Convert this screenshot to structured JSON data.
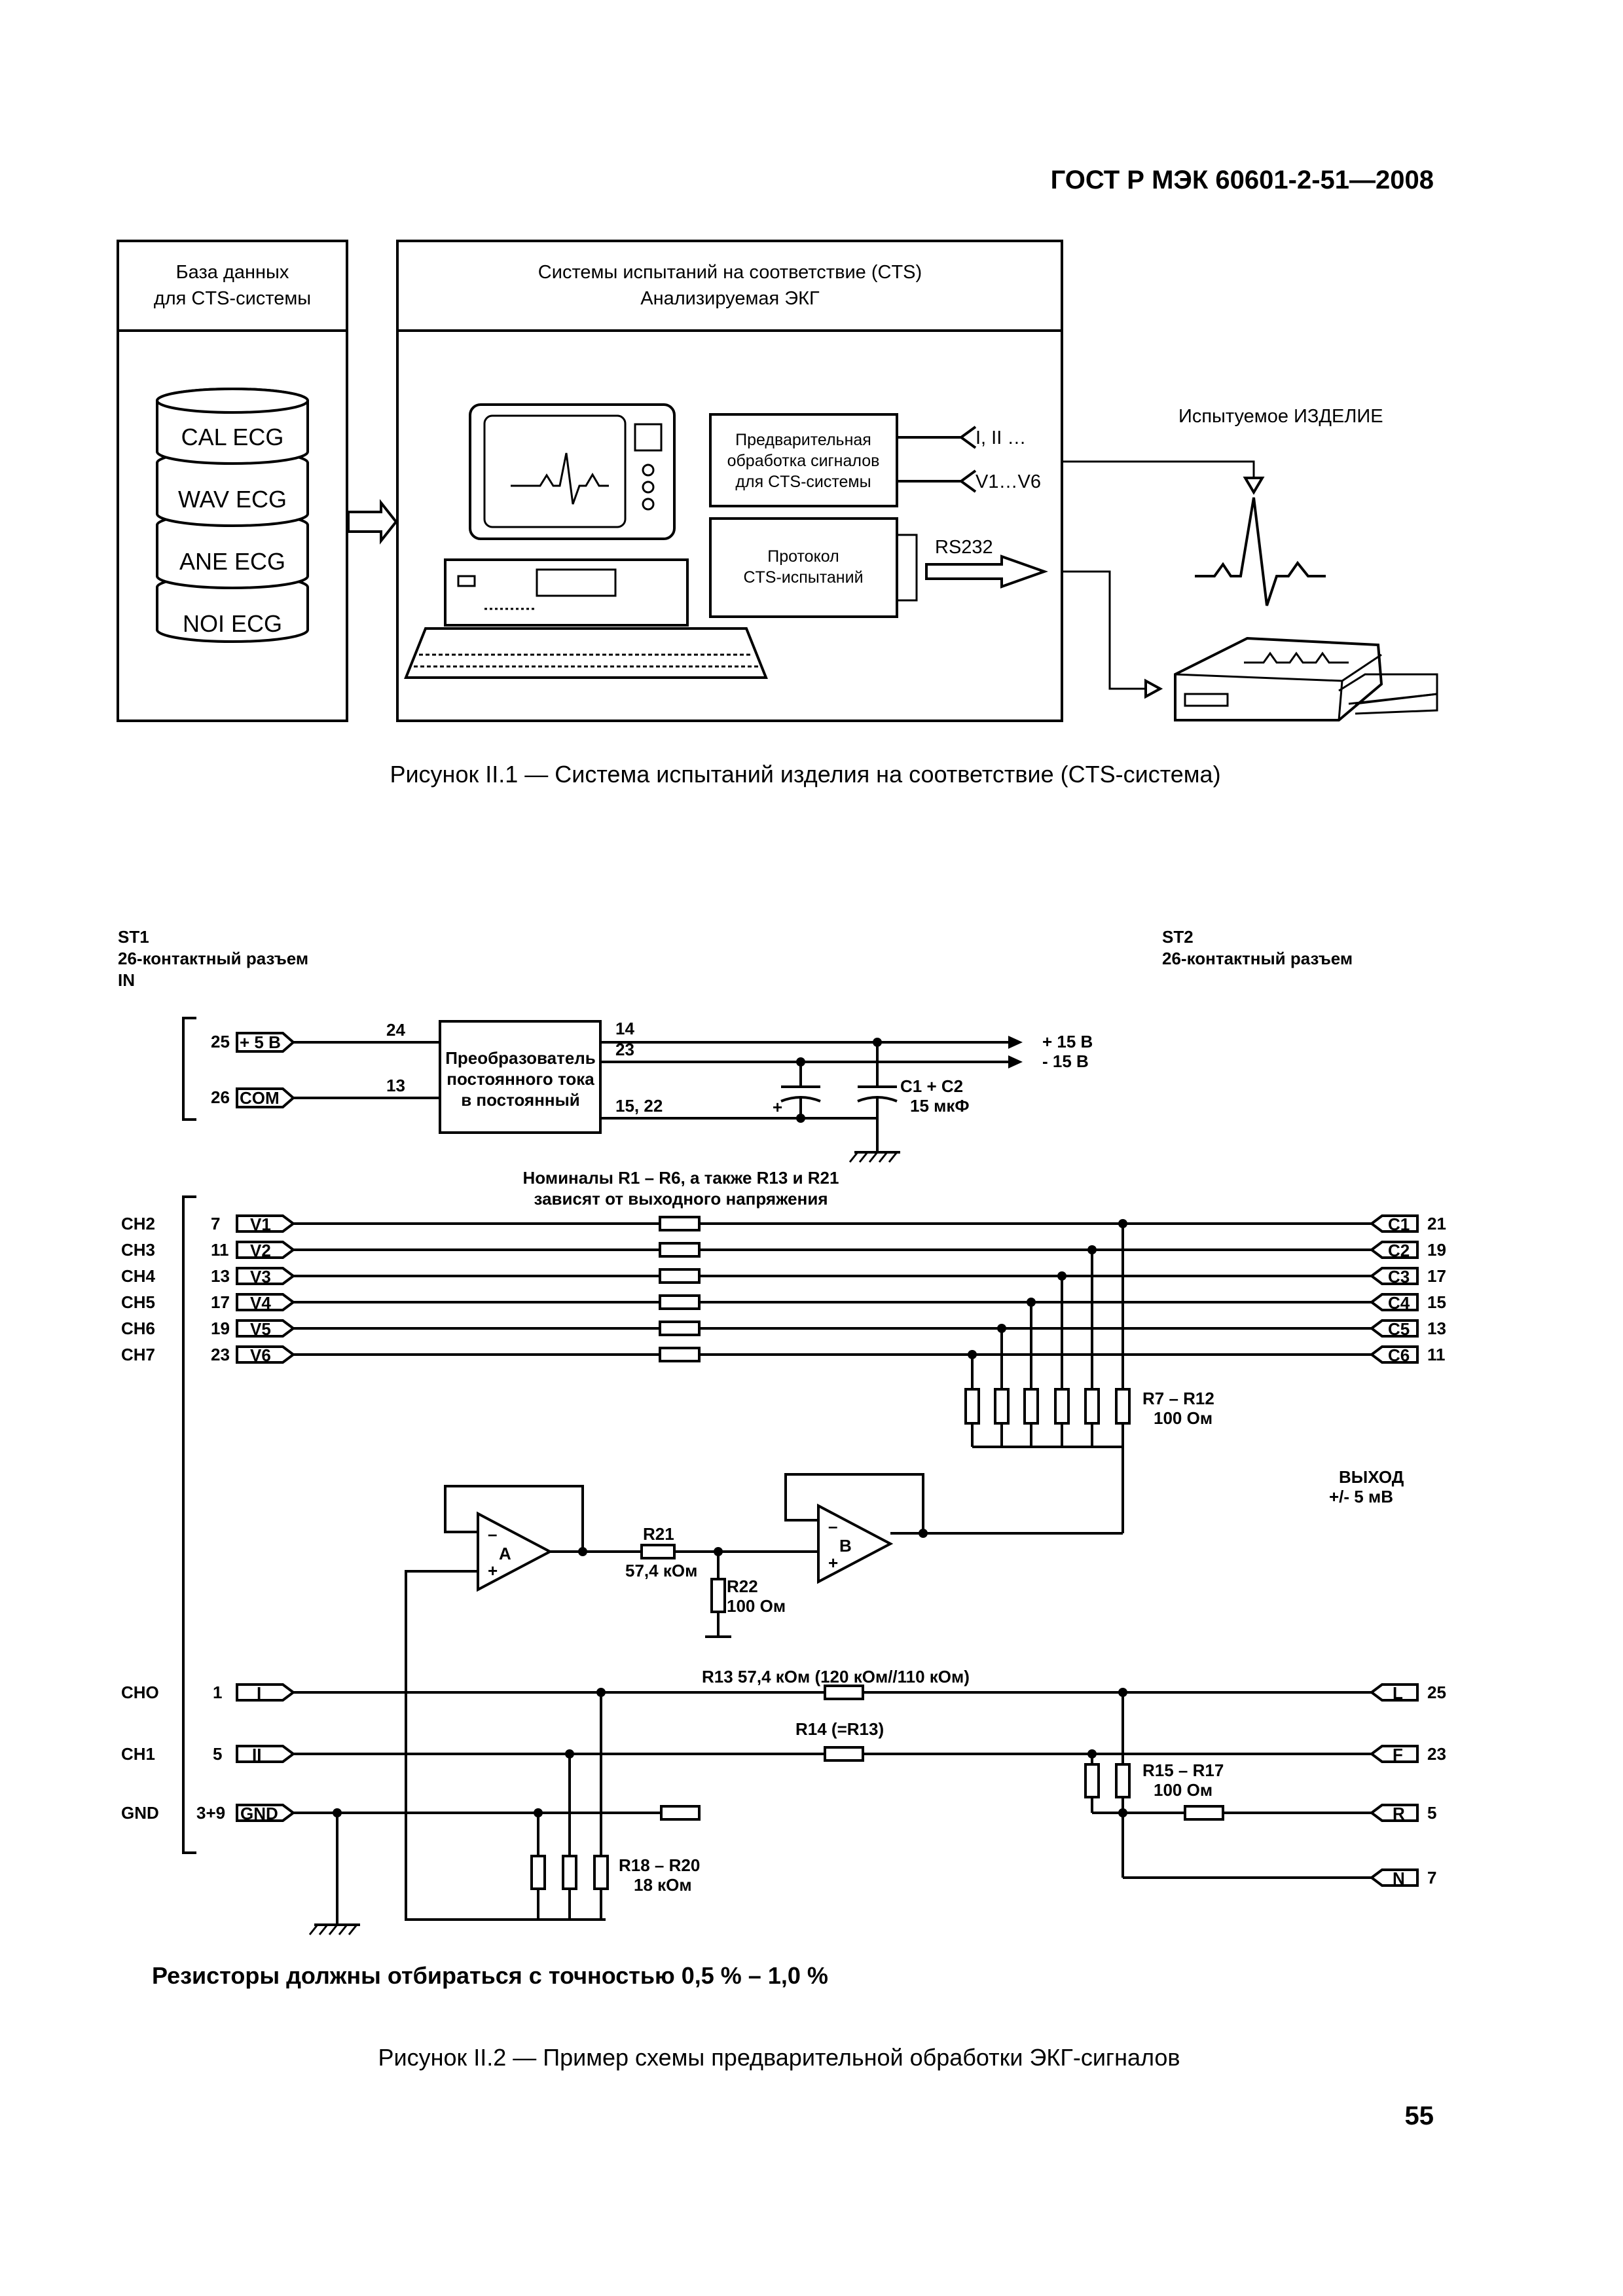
{
  "header": {
    "standard": "ГОСТ Р МЭК 60601-2-51—2008"
  },
  "figure1": {
    "db_title_l1": "База данных",
    "db_title_l2": "для CTS-системы",
    "databases": [
      "CAL ECG",
      "WAV ECG",
      "ANE ECG",
      "NOI ECG"
    ],
    "cts_title_l1": "Системы испытаний на соответствие (CTS)",
    "cts_title_l2": "Анализируемая ЭКГ",
    "pre_l1": "Предварительная",
    "pre_l2": "обработка сигналов",
    "pre_l3": "для CTS-системы",
    "proto_l1": "Протокол",
    "proto_l2": "CTS-испытаний",
    "input_leads_1": "I, II …",
    "input_leads_2": "V1…V6",
    "rs232": "RS232",
    "dut": "Испытуемое ИЗДЕЛИЕ",
    "caption": "Рисунок  II.1 — Система испытаний изделия на соответствие (CTS-система)"
  },
  "figure2": {
    "st1_l1": "ST1",
    "st1_l2": "26-контактный разъем",
    "st1_l3": "IN",
    "st2_l1": "ST2",
    "st2_l2": "26-контактный разъем",
    "pwr_pins": [
      {
        "num": "25",
        "label": "+ 5 В"
      },
      {
        "num": "26",
        "label": "COM"
      }
    ],
    "conv_l1": "Преобразователь",
    "conv_l2": "постоянного тока",
    "conv_l3": "в постоянный",
    "w24": "24",
    "w13": "13",
    "w14": "14",
    "w23": "23",
    "w1522": "15, 22",
    "plus15": "+ 15 В",
    "minus15": "- 15 В",
    "cap_l1": "C1 + C2",
    "cap_l2": "15 мкФ",
    "cap_plus": "+",
    "note_l1": "Номиналы R1 – R6, а также R13 и R21",
    "note_l2": "зависят от выходного напряжения",
    "channels": [
      {
        "ch": "CH2",
        "num": "7",
        "in": "V1",
        "out": "C1",
        "onum": "21"
      },
      {
        "ch": "CH3",
        "num": "11",
        "in": "V2",
        "out": "C2",
        "onum": "19"
      },
      {
        "ch": "CH4",
        "num": "13",
        "in": "V3",
        "out": "C3",
        "onum": "17"
      },
      {
        "ch": "CH5",
        "num": "17",
        "in": "V4",
        "out": "C4",
        "onum": "15"
      },
      {
        "ch": "CH6",
        "num": "19",
        "in": "V5",
        "out": "C5",
        "onum": "13"
      },
      {
        "ch": "CH7",
        "num": "23",
        "in": "V6",
        "out": "C6",
        "onum": "11"
      }
    ],
    "r7_l1": "R7 – R12",
    "r7_l2": "100 Ом",
    "out_l1": "ВЫХОД",
    "out_l2": "+/- 5 мВ",
    "opamp_a": "A",
    "opamp_b": "B",
    "op_minus": "–",
    "op_plus": "+",
    "r21_l1": "R21",
    "r21_l2": "57,4 кОм",
    "r22_l1": "R22",
    "r22_l2": "100 Ом",
    "r13": "R13  57,4 кОм (120 кОм//110 кОм)",
    "r14": "R14 (=R13)",
    "r15_l1": "R15 – R17",
    "r15_l2": "100 Ом",
    "r18_l1": "R18 – R20",
    "r18_l2": "18 кОм",
    "low_pins": [
      {
        "ch": "CHO",
        "num": "1",
        "in": "I",
        "out": "L",
        "onum": "25"
      },
      {
        "ch": "CH1",
        "num": "5",
        "in": "II",
        "out": "F",
        "onum": "23"
      },
      {
        "ch": "GND",
        "num": "3+9",
        "in": "GND",
        "out": "R",
        "onum": "5"
      }
    ],
    "n_out": {
      "label": "N",
      "num": "7"
    },
    "tolerance": "Резисторы должны отбираться с точностью 0,5 % – 1,0 %",
    "caption": "Рисунок  II.2 — Пример схемы предварительной обработки ЭКГ-сигналов"
  },
  "footer": {
    "page_number": "55"
  }
}
